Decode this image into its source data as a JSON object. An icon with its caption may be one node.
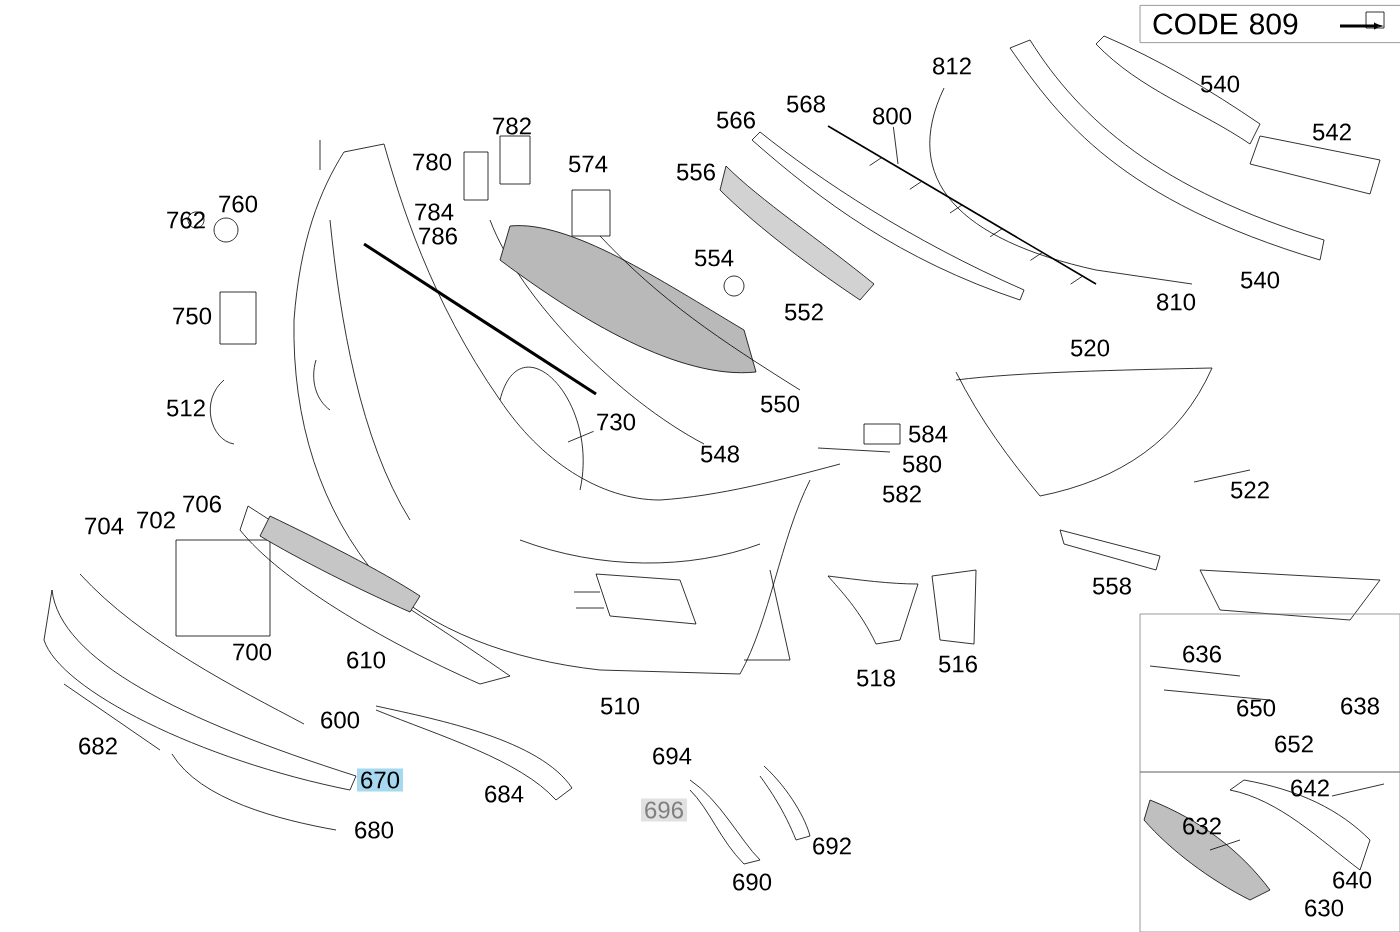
{
  "diagram": {
    "nodes": [
      {
        "text": [
          "CODE 809"
        ]
      },
      {
        "text": [
          "800"
        ]
      },
      {
        "text": [
          "730"
        ]
      }
    ],
    "edges": [
      {
        "from": 1,
        "to": null,
        "arrow": "none"
      },
      {
        "from": 2,
        "to": null,
        "arrow": "none"
      }
    ],
    "labels": [
      "812",
      "782",
      "568",
      "540",
      "566",
      "780",
      "574",
      "542",
      "762",
      "760",
      "556",
      "784",
      "786",
      "554",
      "552",
      "540",
      "810",
      "750",
      "520",
      "512",
      "550",
      "584",
      "548",
      "580",
      "582",
      "522",
      "706",
      "704",
      "702",
      "558",
      "700",
      "610",
      "518",
      "516",
      "636",
      "600",
      "510",
      "650",
      "638",
      "682",
      "694",
      "652",
      "670",
      "684",
      "642",
      "680",
      "696",
      "632",
      "692",
      "690",
      "640",
      "630"
    ]
  }
}
